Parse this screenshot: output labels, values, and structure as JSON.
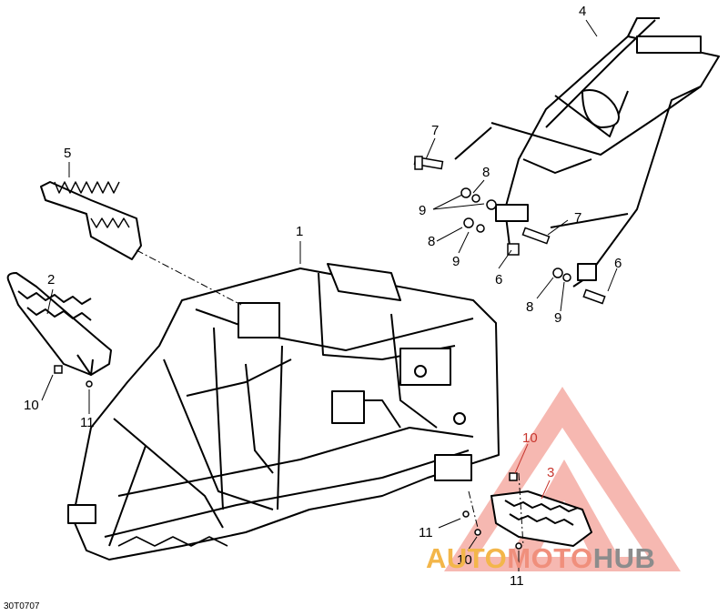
{
  "diagram": {
    "figure_code": "30T0707",
    "callouts": [
      {
        "id": "c1",
        "label": "1",
        "tone": "black"
      },
      {
        "id": "c2",
        "label": "2",
        "tone": "black"
      },
      {
        "id": "c3",
        "label": "3",
        "tone": "red"
      },
      {
        "id": "c4",
        "label": "4",
        "tone": "black"
      },
      {
        "id": "c5",
        "label": "5",
        "tone": "black"
      },
      {
        "id": "c6a",
        "label": "6",
        "tone": "black"
      },
      {
        "id": "c6b",
        "label": "6",
        "tone": "black"
      },
      {
        "id": "c7a",
        "label": "7",
        "tone": "black"
      },
      {
        "id": "c7b",
        "label": "7",
        "tone": "black"
      },
      {
        "id": "c8a",
        "label": "8",
        "tone": "black"
      },
      {
        "id": "c8b",
        "label": "8",
        "tone": "black"
      },
      {
        "id": "c8c",
        "label": "8",
        "tone": "black"
      },
      {
        "id": "c9a",
        "label": "9",
        "tone": "black"
      },
      {
        "id": "c9b",
        "label": "9",
        "tone": "black"
      },
      {
        "id": "c9c",
        "label": "9",
        "tone": "black"
      },
      {
        "id": "c10a",
        "label": "10",
        "tone": "black"
      },
      {
        "id": "c10b",
        "label": "10",
        "tone": "red"
      },
      {
        "id": "c10c",
        "label": "10",
        "tone": "black"
      },
      {
        "id": "c11a",
        "label": "11",
        "tone": "black"
      },
      {
        "id": "c11b",
        "label": "11",
        "tone": "black"
      },
      {
        "id": "c11c",
        "label": "11",
        "tone": "black"
      }
    ]
  },
  "watermark": {
    "part1": "AUTO",
    "part2": "MOTO",
    "part3": "HUB",
    "logo_icon": "triangle-logo-icon",
    "colors": {
      "auto": "#f3b64a",
      "moto": "#f08f7c",
      "hub": "#8c8c8c",
      "triangle": "#f07f72"
    }
  }
}
